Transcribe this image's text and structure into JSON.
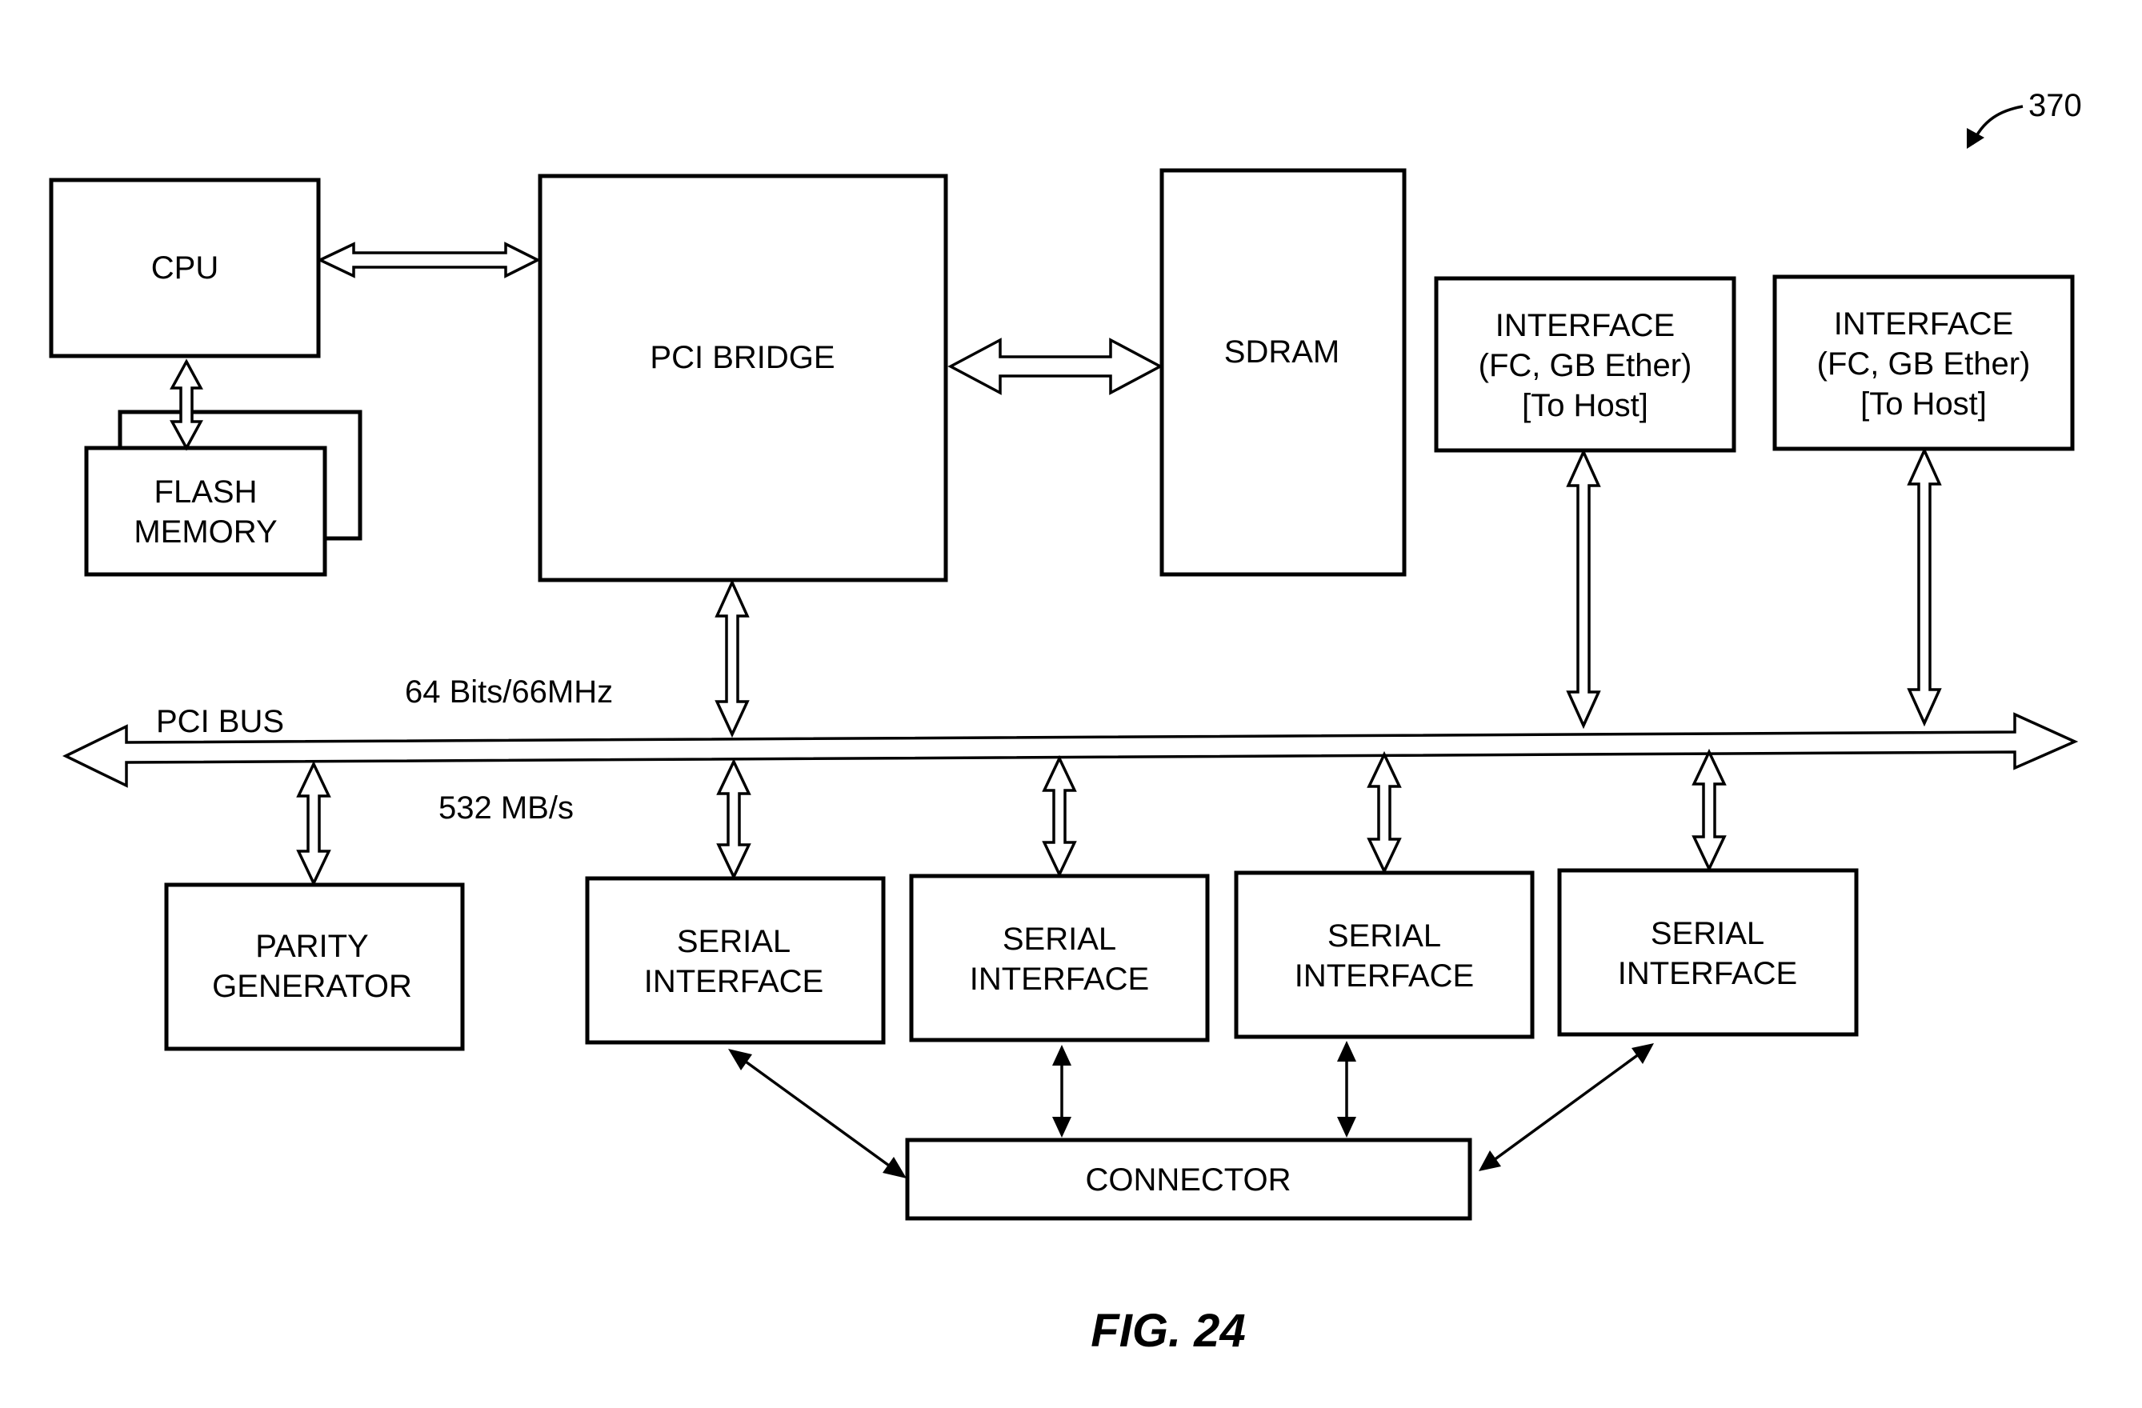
{
  "figure": {
    "ref_number": "370",
    "caption": "FIG. 24"
  },
  "blocks": {
    "cpu": [
      "CPU"
    ],
    "flash_memory": [
      "FLASH",
      "MEMORY"
    ],
    "pci_bridge": [
      "PCI BRIDGE"
    ],
    "sdram": [
      "SDRAM"
    ],
    "interface_host_1": [
      "INTERFACE",
      "(FC, GB Ether)",
      "[To Host]"
    ],
    "interface_host_2": [
      "INTERFACE",
      "(FC, GB Ether)",
      "[To Host]"
    ],
    "parity_generator": [
      "PARITY",
      "GENERATOR"
    ],
    "serial_interface_1": [
      "SERIAL",
      "INTERFACE"
    ],
    "serial_interface_2": [
      "SERIAL",
      "INTERFACE"
    ],
    "serial_interface_3": [
      "SERIAL",
      "INTERFACE"
    ],
    "serial_interface_4": [
      "SERIAL",
      "INTERFACE"
    ],
    "connector": [
      "CONNECTOR"
    ]
  },
  "bus": {
    "name": "PCI BUS",
    "width_label": "64 Bits/66MHz",
    "rate_label": "532 MB/s"
  }
}
